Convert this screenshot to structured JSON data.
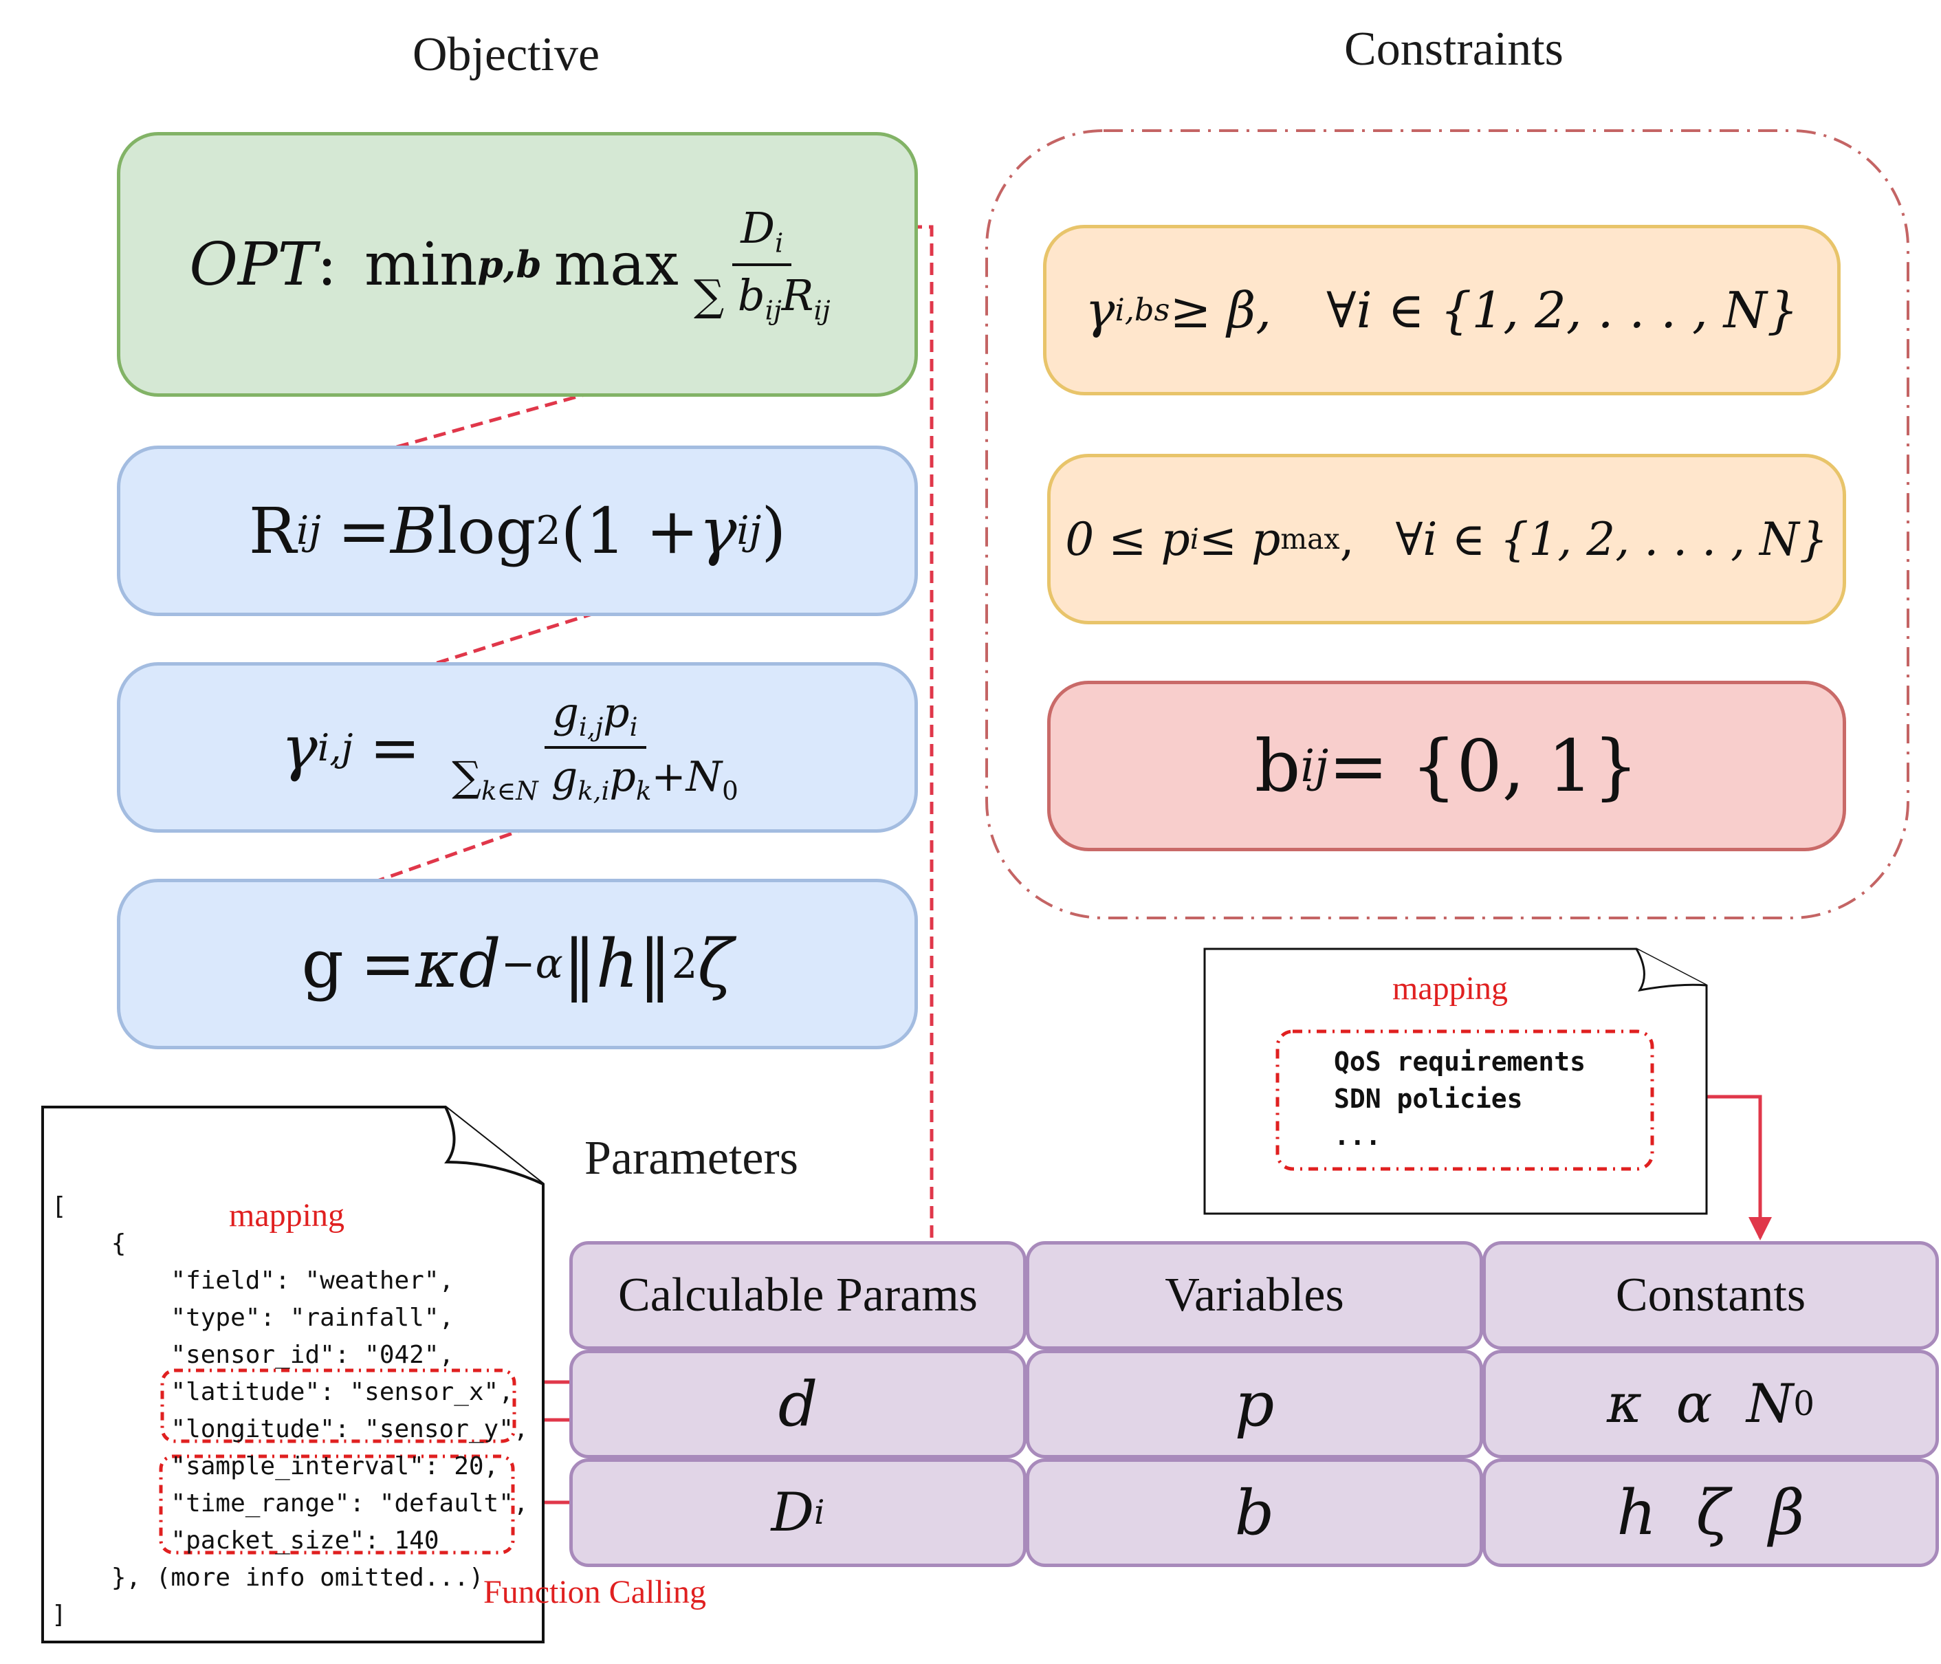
{
  "titles": {
    "objective": "Objective",
    "constraints": "Constraints",
    "parameters": "Parameters"
  },
  "objective": {
    "opt_label": "OPT",
    "colon": ":",
    "min_word": "min",
    "min_sub": "p,b",
    "max_word": "max",
    "numerator": "D",
    "numerator_sub": "i",
    "denominator": "∑ b",
    "denominator_sub": "ij",
    "denominator_tail": "R",
    "denominator_tail_sub": "ij"
  },
  "equations": {
    "rate": {
      "lhs": "R",
      "lhs_sub": "ij",
      "rhs_a": "= ",
      "rhs_b": "B",
      "rhs_c": " log",
      "rhs_c_sub": "2",
      "rhs_d": "(1 + ",
      "rhs_e": "γ",
      "rhs_e_sub": "ij",
      "rhs_f": ")"
    },
    "sinr": {
      "lhs": "γ",
      "lhs_sub": "i,j",
      "eq": "=",
      "num": "g",
      "num_sub": "i,j",
      "num_tail": "p",
      "num_tail_sub": "i",
      "den": "∑",
      "den_sub": "k∈N",
      "den_b": " g",
      "den_b_sub": "k,i",
      "den_c": "p",
      "den_c_sub": "k",
      "den_d": "+N",
      "den_d_sub": "0"
    },
    "gain": {
      "lhs": "g",
      "rhs_a": "= ",
      "rhs_b": "κd",
      "rhs_b_sup": "−α",
      "rhs_c": "‖h‖",
      "rhs_c_sup": "2",
      "rhs_d": "ζ"
    }
  },
  "constraints": {
    "c1": {
      "a": "γ",
      "a_sub": "i,bs",
      "b": " ≥ β,",
      "c": "∀i ∈ {1, 2, . . . , N}"
    },
    "c2": {
      "a": "0 ≤ p",
      "a_sub": "i",
      "b": " ≤ p",
      "b_sub": "max",
      "b_tail": ",",
      "c": "∀i ∈ {1, 2, . . . , N}"
    },
    "c3": {
      "a": "b",
      "a_sub": "ij",
      "b": " = {0, 1}"
    }
  },
  "qos_doc": {
    "mapping_label": "mapping",
    "lines": [
      "QoS requirements",
      "SDN policies",
      "..."
    ]
  },
  "json_doc": {
    "mapping_label": "mapping",
    "function_calling_label": "Function Calling",
    "lines": [
      "[",
      "    {",
      "        \"field\": \"weather\",",
      "        \"type\": \"rainfall\",",
      "        \"sensor_id\": \"042\",",
      "        \"latitude\": \"sensor_x\",",
      "        \"longitude\": \"sensor_y\",",
      "        \"sample_interval\": 20,",
      "        \"time_range\": \"default\",",
      "        \"packet_size\": 140",
      "    }, (more info omitted...)",
      "]"
    ]
  },
  "params_table": {
    "headers": [
      "Calculable Params",
      "Variables",
      "Constants"
    ],
    "row1": [
      "d",
      "p",
      "κ  α  N"
    ],
    "row1_sub": "0",
    "row2_a": "D",
    "row2_a_sub": "i",
    "row2": [
      "b",
      "h  ζ  β"
    ]
  },
  "colors": {
    "arrow_red": "#e0374a",
    "green_fill": "#d5e8d4",
    "blue_fill": "#dae8fc",
    "orange_fill": "#ffe6cc",
    "red_fill": "#f8cecc",
    "purple_fill": "#e1d5e7"
  }
}
